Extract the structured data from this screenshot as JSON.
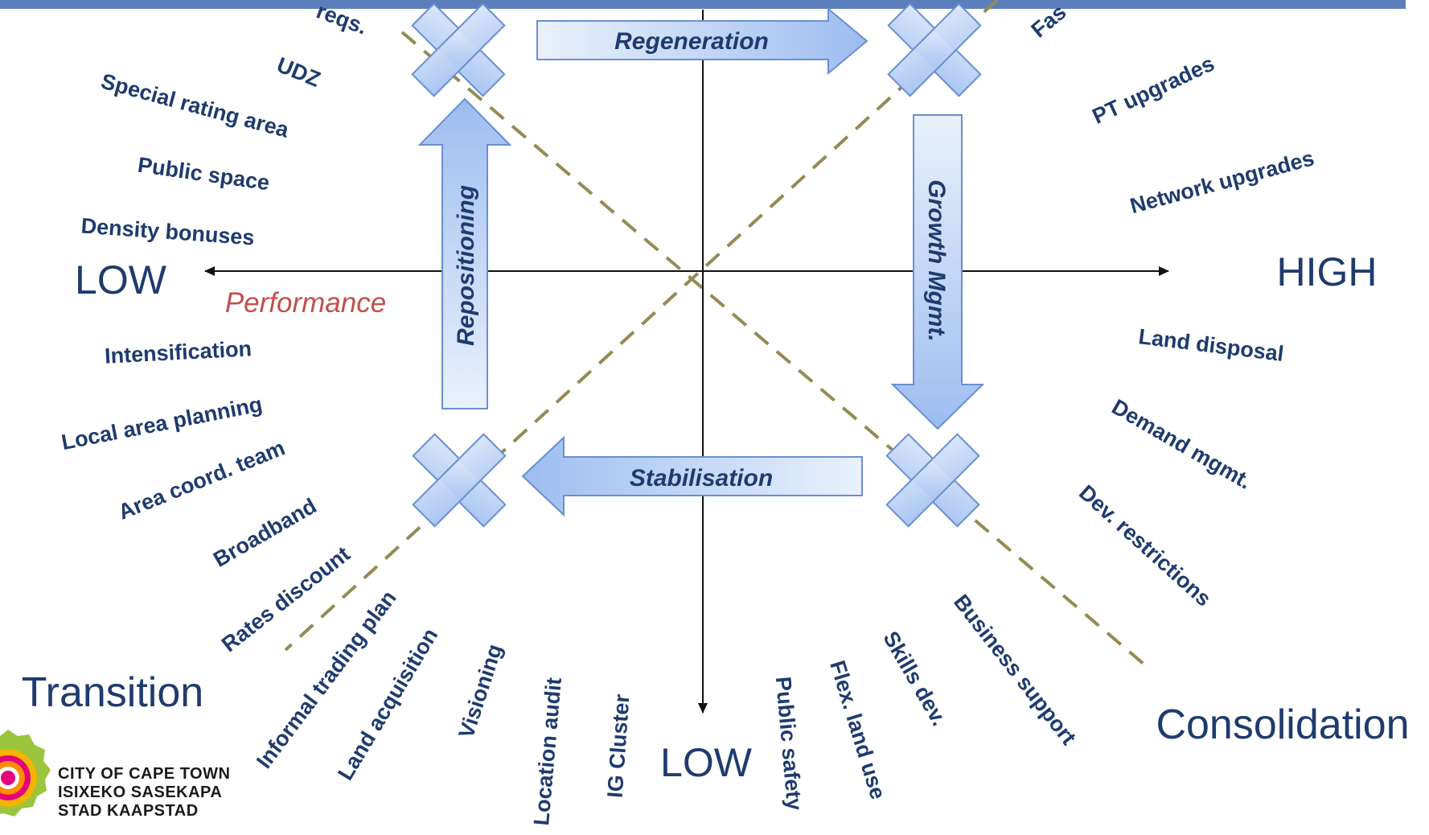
{
  "colors": {
    "band": "#5b7fbb",
    "label": "#1f3b6e",
    "performance": "#c0504d",
    "dashed": "#948a54",
    "arrow_fill": "#c6d9f5",
    "arrow_stroke": "#6a8fd0"
  },
  "axes": {
    "left_label": "LOW",
    "right_label": "HIGH",
    "bottom_label": "LOW",
    "horizontal_title": "Performance"
  },
  "corners": {
    "bottom_left": "Transition",
    "bottom_right": "Consolidation"
  },
  "arrows": {
    "top": "Regeneration",
    "right": "Growth Mgmt.",
    "bottom": "Stabilisation",
    "left": "Repositioning"
  },
  "labels": {
    "upper_left_cut": "reqs.",
    "udz": "UDZ",
    "special_rating": "Special rating area",
    "public_space": "Public space",
    "density_bonuses": "Density bonuses",
    "intensification": "Intensification",
    "local_area_planning": "Local area planning",
    "area_coord_team": "Area coord. team",
    "broadband": "Broadband",
    "rates_discount": "Rates discount",
    "informal_trading_plan": "Informal trading plan",
    "land_acquisition": "Land acquisition",
    "visioning": "Visioning",
    "location_audit": "Location audit",
    "ig_cluster": "IG Cluster",
    "public_safety": "Public safety",
    "flex_land_use": "Flex. land use",
    "skills_dev": "Skills dev.",
    "business_support": "Business support",
    "dev_restrictions": "Dev. restrictions",
    "demand_mgmt": "Demand mgmt.",
    "land_disposal": "Land disposal",
    "network_upgrades": "Network upgrades",
    "pt_upgrades": "PT upgrades",
    "upper_right_cut": "Fas"
  },
  "logo": {
    "line1": "CITY OF CAPE TOWN",
    "line2": "ISIXEKO SASEKAPA",
    "line3": "STAD KAAPSTAD"
  }
}
